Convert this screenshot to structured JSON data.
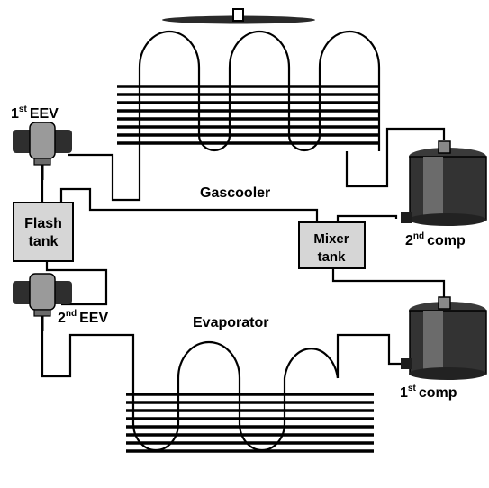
{
  "labels": {
    "eev1": {
      "num": "1",
      "sup": "st",
      "text": "EEV"
    },
    "eev2": {
      "num": "2",
      "sup": "nd",
      "text": "EEV"
    },
    "comp1": {
      "num": "1",
      "sup": "st",
      "text": "comp"
    },
    "comp2": {
      "num": "2",
      "sup": "nd",
      "text": "comp"
    },
    "gascooler": "Gascooler",
    "evaporator": "Evaporator",
    "flash_tank": [
      "Flash",
      "tank"
    ],
    "mixer_tank": [
      "Mixer",
      "tank"
    ]
  },
  "colors": {
    "line": "#000000",
    "tank": "#d6d6d6",
    "device": "#3a3a3a",
    "background": "#ffffff"
  },
  "icons": [
    "fan-icon",
    "valve-icon",
    "compressor-icon"
  ]
}
